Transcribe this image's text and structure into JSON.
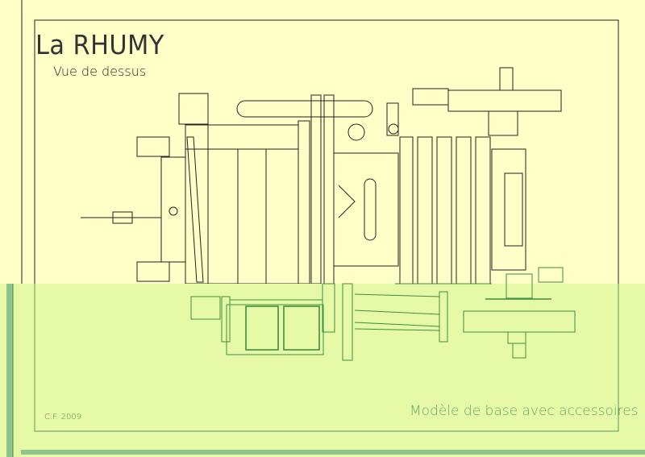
{
  "drawing": {
    "title": "La RHUMY",
    "subtitle": "Vue de dessus",
    "author_date": "C.F. 2009",
    "caption": "Modèle de base avec accessoires"
  },
  "colors": {
    "paper": "#ffffc8",
    "overlay": "#e6f9a6",
    "ink": "#222222",
    "green_ink": "#3f8f3f"
  }
}
